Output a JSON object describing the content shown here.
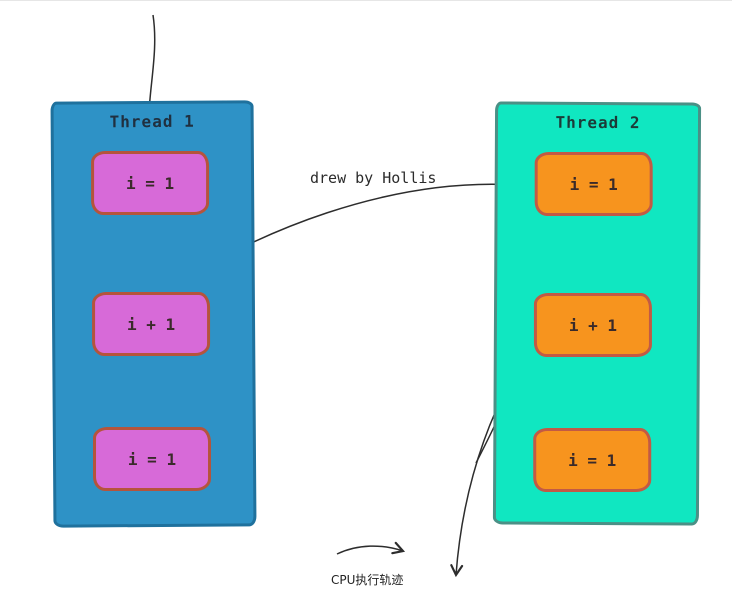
{
  "annotation": {
    "drew_by": "drew by Hollis"
  },
  "legend": {
    "label": "CPU执行轨迹"
  },
  "thread1": {
    "title": "Thread 1",
    "boxes": [
      "i = 1",
      "i + 1",
      "i = 1"
    ],
    "panel_color": "#2e92c6",
    "panel_border": "#1f719d",
    "box_color": "#d76ad8",
    "box_border": "#b5543c"
  },
  "thread2": {
    "title": "Thread 2",
    "boxes": [
      "i = 1",
      "i + 1",
      "i = 1"
    ],
    "panel_color": "#10e7c1",
    "panel_border": "#4b9086",
    "box_color": "#f7941e",
    "box_border": "#c25a45"
  },
  "arrow_color": "#2d2d2d"
}
